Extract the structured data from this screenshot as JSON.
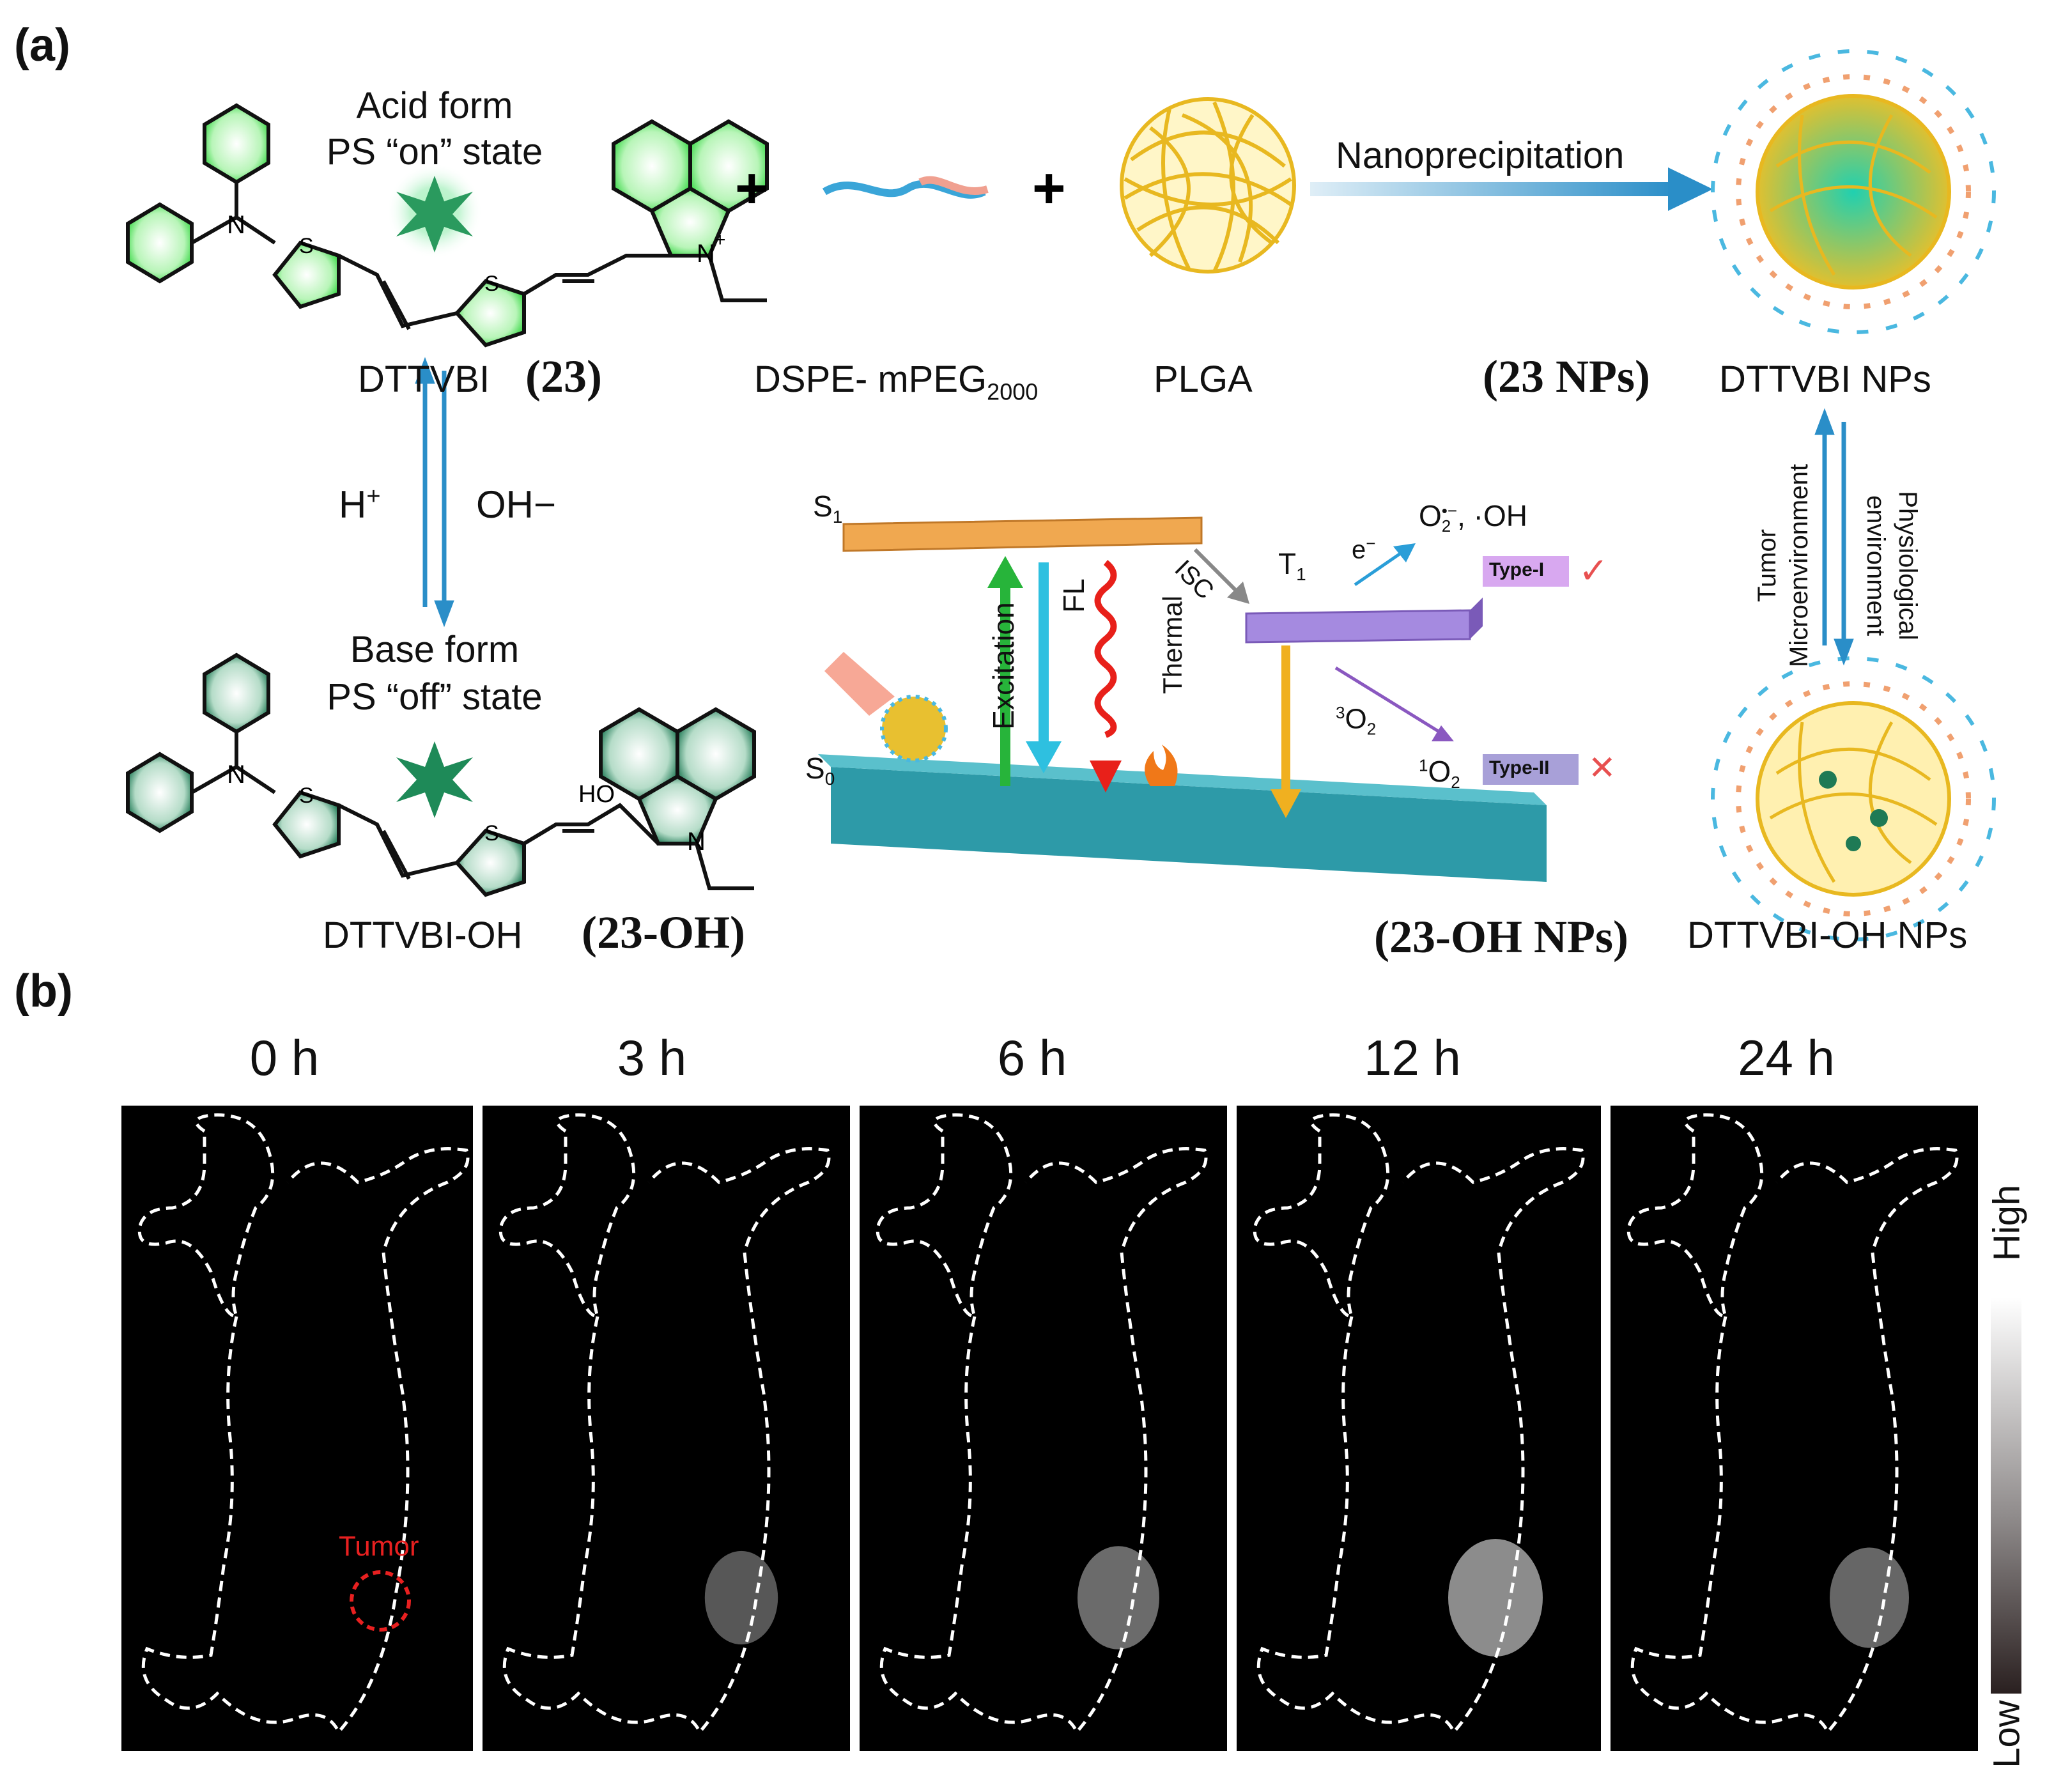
{
  "panel_a": {
    "label": "(a)",
    "acid_form": {
      "line1": "Acid form",
      "line2": "PS “on” state"
    },
    "base_form": {
      "line1": "Base form",
      "line2": "PS “off” state"
    },
    "compound_23": {
      "name": "DTTVBI",
      "number": "(23)"
    },
    "compound_23oh": {
      "name": "DTTVBI-OH",
      "number": "(23-OH)"
    },
    "atom_labels": {
      "n": "N",
      "n_plus": "N",
      "plus": "+",
      "s": "S",
      "ho": "HO"
    },
    "plus_sign": "+",
    "dspe": {
      "main": "DSPE- mPEG",
      "sub": "2000"
    },
    "plga": "PLGA",
    "nanoprecipitation": "Nanoprecipitation",
    "nps_23": {
      "number": "(23 NPs)",
      "name": "DTTVBI NPs"
    },
    "nps_23oh": {
      "number": "(23-OH NPs)",
      "name": "DTTVBI-OH NPs"
    },
    "h_plus": {
      "main": "H",
      "sup": "+"
    },
    "oh_minus": "OH−",
    "tumor_microenvironment": {
      "line1": "Tumor",
      "line2": "Microenvironment"
    },
    "physiological_environment": {
      "line1": "Physiological",
      "line2": "environment"
    },
    "jablonski": {
      "s1": {
        "main": "S",
        "sub": "1"
      },
      "s0": {
        "main": "S",
        "sub": "0"
      },
      "t1": {
        "main": "T",
        "sub": "1"
      },
      "excitation": "Excitation",
      "fl": "FL",
      "thermal": "Thermal",
      "isc": "ISC",
      "electron": {
        "main": "e",
        "sup": "−"
      },
      "superoxide": {
        "main": "O",
        "sub": "2",
        "sup": "•−"
      },
      "hydroxyl": ", ·OH",
      "triplet_o2": {
        "pre": "3",
        "main": "O",
        "sub": "2"
      },
      "singlet_o2": {
        "pre": "1",
        "main": "O",
        "sub": "2"
      },
      "type1": "Type-I",
      "type2": "Type-II",
      "check": "✓",
      "cross": "✕"
    }
  },
  "panel_b": {
    "label": "(b)",
    "timepoints": [
      "0 h",
      "3 h",
      "6 h",
      "12 h",
      "24 h"
    ],
    "tumor_label": "Tumor",
    "scale": {
      "high": "High",
      "low": "Low"
    },
    "signal_levels": [
      0,
      0.18,
      0.35,
      0.6,
      0.3
    ]
  },
  "colors": {
    "acid_green": "#3dd94a",
    "base_green": "#1f7a55",
    "s1_orange": "#f0a850",
    "s0_teal": "#2d9aa8",
    "t1_purple": "#a58ae0",
    "excitation": "#27b43a",
    "fl": "#2ec0e0",
    "thermal": "#e8201a",
    "phos": "#f0b020",
    "arrow_blue": "#2a8ec8",
    "tumor_red": "#e82020"
  }
}
